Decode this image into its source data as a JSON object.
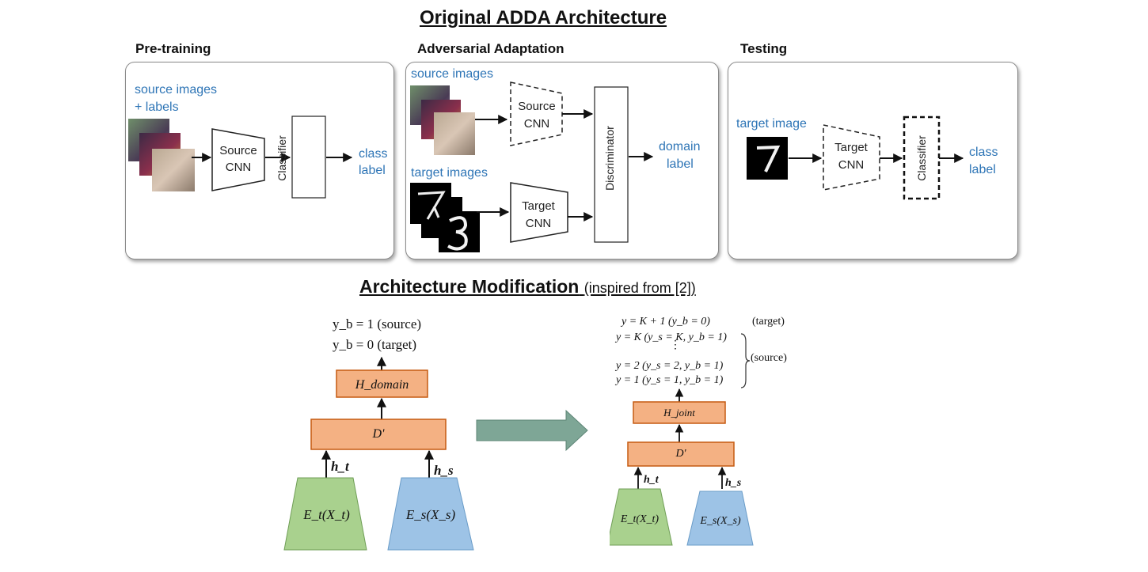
{
  "titles": {
    "original": "Original ADDA Architecture",
    "modification": "Architecture Modification",
    "inspired": "(inspired from [2])"
  },
  "panels": {
    "pretraining": {
      "title": "Pre-training",
      "input_label_1": "source images",
      "input_label_2": "+ labels",
      "cnn_1": "Source",
      "cnn_2": "CNN",
      "classifier": "Classifier",
      "output_1": "class",
      "output_2": "label"
    },
    "adversarial": {
      "title": "Adversarial Adaptation",
      "source_label": "source images",
      "target_label": "target images",
      "source_cnn_1": "Source",
      "source_cnn_2": "CNN",
      "target_cnn_1": "Target",
      "target_cnn_2": "CNN",
      "discriminator": "Discriminator",
      "output_1": "domain",
      "output_2": "label"
    },
    "testing": {
      "title": "Testing",
      "input_label": "target image",
      "cnn_1": "Target",
      "cnn_2": "CNN",
      "classifier": "Classifier",
      "output_1": "class",
      "output_2": "label"
    }
  },
  "modification": {
    "left": {
      "out_1": "y_b = 1 (source)",
      "out_2": "y_b = 0 (target)",
      "head": "H_domain",
      "disc": "D'",
      "h_t": "h_t",
      "h_s": "h_s",
      "enc_t": "E_t(X_t)",
      "enc_s": "E_s(X_s)"
    },
    "right": {
      "row_1": "y = K + 1  (y_b = 0)",
      "row_1_tag": "(target)",
      "row_2": "y = K  (y_s = K, y_b = 1)",
      "row_3": "y = 2  (y_s = 2, y_b = 1)",
      "row_4": "y = 1  (y_s = 1, y_b = 1)",
      "source_tag": "(source)",
      "head": "H_joint",
      "disc": "D'",
      "h_t": "h_t",
      "h_s": "h_s",
      "enc_t": "E_t(X_t)",
      "enc_s": "E_s(X_s)"
    }
  },
  "colors": {
    "blue_text": "#2e75b6",
    "orange_box": "#f4b183",
    "orange_border": "#c55a11",
    "green_enc": "#a9d18e",
    "blue_enc": "#9dc3e6",
    "arrow_teal": "#7ea696"
  }
}
